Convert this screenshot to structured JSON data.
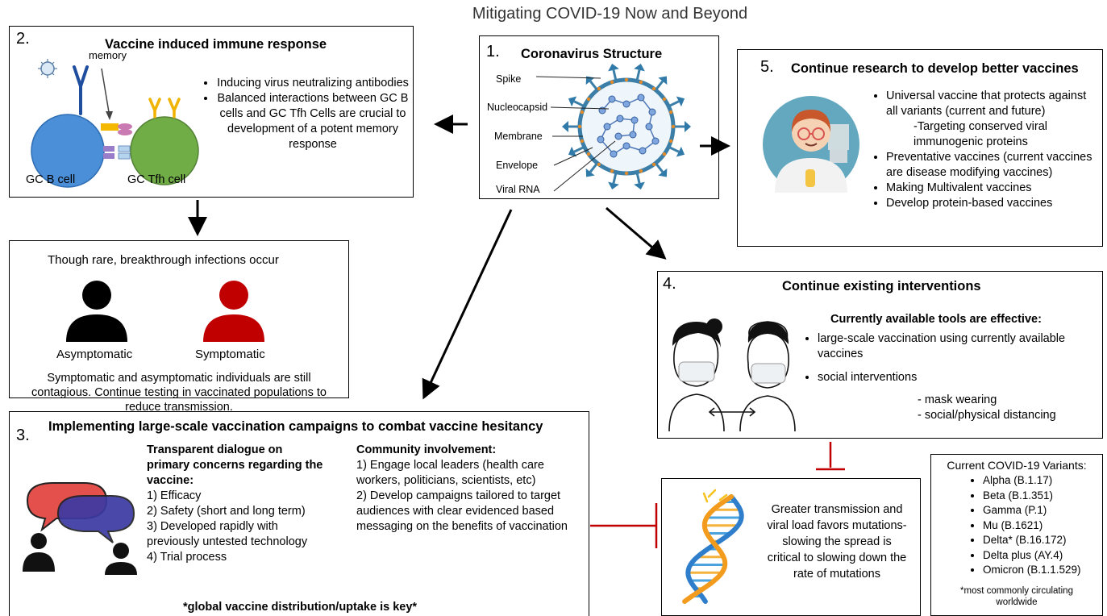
{
  "title": "Mitigating COVID-19 Now and Beyond",
  "box1": {
    "number": "1.",
    "title": "Coronavirus Structure",
    "labels": [
      "Spike",
      "Nucleocapsid",
      "Membrane",
      "Envelope",
      "Viral RNA"
    ]
  },
  "box2": {
    "number": "2.",
    "title": "Vaccine induced immune response",
    "memory_label": "memory",
    "cell_left": "GC B cell",
    "cell_right": "GC Tfh cell",
    "bullets": [
      "Inducing virus neutralizing antibodies",
      "Balanced interactions between GC B cells and GC Tfh Cells are crucial to development of a potent memory response"
    ]
  },
  "breakthrough": {
    "heading": "Though rare, breakthrough infections occur",
    "left_label": "Asymptomatic",
    "right_label": "Symptomatic",
    "body": "Symptomatic and asymptomatic individuals are still contagious. Continue testing in vaccinated populations to reduce transmission.",
    "colors": {
      "asymptomatic": "#000000",
      "symptomatic": "#c00000"
    }
  },
  "box3": {
    "number": "3.",
    "title": "Implementing large-scale vaccination campaigns to combat vaccine hesitancy",
    "left_heading": "Transparent dialogue on primary  concerns regarding the vaccine:",
    "left_items": [
      "1) Efficacy",
      "2) Safety (short and long term)",
      "3) Developed rapidly with previously untested technology",
      "4) Trial process"
    ],
    "right_heading": "Community involvement:",
    "right_items": [
      "1) Engage local leaders (health care workers, politicians, scientists, etc)",
      "2) Develop campaigns tailored to target audiences with clear evidenced based messaging on the benefits of vaccination"
    ],
    "footer": "*global vaccine distribution/uptake is key*"
  },
  "box4": {
    "number": "4.",
    "title": "Continue existing interventions",
    "subheading": "Currently available tools are effective:",
    "bullet1": "large-scale vaccination using currently available vaccines",
    "bullet2": "social interventions",
    "sub_items": [
      "- mask wearing",
      "- social/physical distancing"
    ]
  },
  "box5": {
    "number": "5.",
    "title": "Continue research to develop better vaccines",
    "bullet1": "Universal vaccine that protects against all variants (current and future)",
    "sub_item": "-Targeting conserved viral immunogenic proteins",
    "bullets_rest": [
      "Preventative vaccines (current vaccines are disease modifying vaccines)",
      "Making Multivalent vaccines",
      "Develop protein-based vaccines"
    ]
  },
  "mutation": {
    "text": "Greater transmission and viral load favors mutations- slowing the spread is critical to slowing down the rate of mutations"
  },
  "variants": {
    "heading": "Current COVID-19 Variants:",
    "items": [
      "Alpha (B.1.17)",
      "Beta (B.1.351)",
      "Gamma (P.1)",
      "Mu (B.1621)",
      "Delta* (B.16.172)",
      "Delta plus (AY.4)",
      "Omicron (B.1.1.529)"
    ],
    "footnote": "*most commonly circulating worldwide"
  },
  "colors": {
    "inhibit": "#c00000",
    "b_cell": "#4a8fd8",
    "tfh_cell": "#70ad47"
  }
}
